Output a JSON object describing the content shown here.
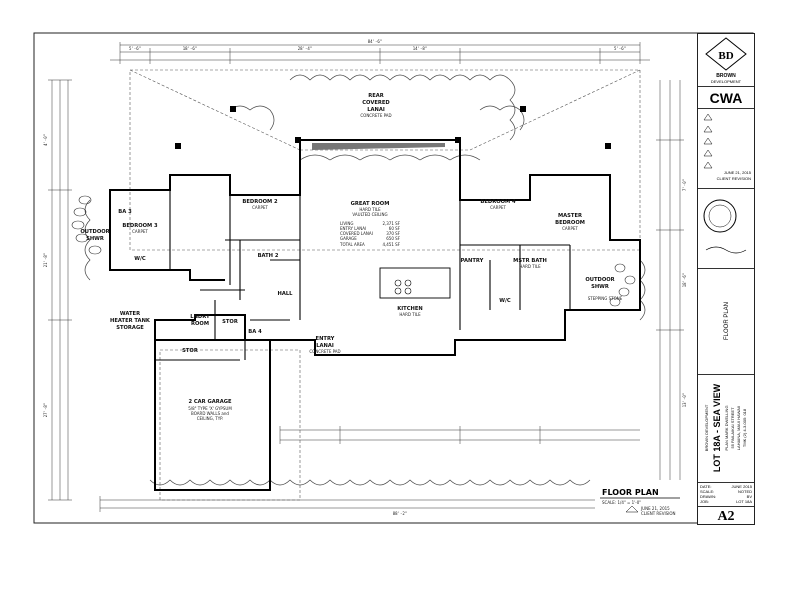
{
  "rooms": {
    "rear_lanai": [
      "REAR",
      "COVERED",
      "LANAI",
      "CONCRETE PAD"
    ],
    "great_room": "GREAT ROOM",
    "great_room_floor": "HARD TILE",
    "great_room_ceiling": "VAULTED CEILING",
    "bedroom2": "BEDROOM 2",
    "bedroom2_floor": "CARPET",
    "bedroom3": "BEDROOM 3",
    "bedroom3_floor": "CARPET",
    "bedroom4": "BEDROOM 4",
    "bedroom4_floor": "CARPET",
    "master_bedroom": [
      "MASTER",
      "BEDROOM"
    ],
    "master_floor": "CARPET",
    "bath2": "BATH 2",
    "bath3": "BA 3",
    "bath4": "BA 4",
    "mstr_bath": "MSTR BATH",
    "mstr_bath_floor": "HARD TILE",
    "kitchen": "KITCHEN",
    "kitchen_floor": "HARD TILE",
    "entry_lanai": [
      "ENTRY",
      "LANAI"
    ],
    "entry_lanai_floor": "CONCRETE PAD",
    "laundry": [
      "LNDRY",
      "ROOM"
    ],
    "stor": "STOR",
    "stor2": "STOR",
    "hall": "HALL",
    "wic": "W/C",
    "wic2": "W/C",
    "pantry": "PANTRY",
    "garage": "2 CAR GARAGE",
    "garage_note": [
      "5/8\" TYPE 'X' GYPSUM",
      "BOARD WALLS and",
      "CEILING, TYP."
    ],
    "outdoor_shwr_left": [
      "OUTDOOR",
      "SHWR"
    ],
    "outdoor_shwr_right": [
      "OUTDOOR",
      "SHWR"
    ],
    "water_heater": [
      "WATER",
      "HEATER TANK",
      "STORAGE"
    ],
    "stepping_stone": "STEPPING STONE"
  },
  "area_table": [
    {
      "label": "LIVING",
      "value": "2,371 SF"
    },
    {
      "label": "ENTRY LANAI",
      "value": "60 SF"
    },
    {
      "label": "COVERED LANAI",
      "value": "370 SF"
    },
    {
      "label": "GARAGE",
      "value": "650 SF"
    },
    {
      "label": "TOTAL AREA",
      "value": "4,451 SF"
    }
  ],
  "dimensions": {
    "overall_top": "84'-6\"",
    "overall_bottom": "88'-2\"",
    "top_row": [
      "5'-6\"",
      "18'-6\"",
      "28'-4\"",
      "14'-8\"",
      "5'-6\""
    ],
    "left_side": [
      "4'-0\"",
      "21'-8\"",
      "27'-8\""
    ],
    "right_side": [
      "7'-0\"",
      "18'-6\"",
      "13'-0\""
    ]
  },
  "title_block": {
    "firm_initials": "BD",
    "firm_name": "BROWN",
    "firm_sub": "DEVELOPMENT",
    "client_logo": "CWA",
    "revision_note": "CLIENT REVISION",
    "revision_date": "JUNE 21, 2015",
    "sheet_title": "FLOOR PLAN",
    "project_name": "LOT 18A - SEA VIEW",
    "project_lines": [
      "BROWN DEVELOPMENT",
      "PLAN MARK DWELLING",
      "55 PAILAIKAI STREET",
      "LAHAINA, MAUI HAWAII",
      "TMK (2) 4-3-005: 018"
    ],
    "date_label": "DATE:",
    "date_value": "JUNE 2015",
    "scale_label": "SCALE:",
    "scale_value": "NOTED",
    "drawn_label": "DRAWN:",
    "drawn_value": "BV",
    "job_label": "JOB:",
    "job_value": "LOT 18A",
    "sheet_number": "A2"
  },
  "plan_title": {
    "title": "FLOOR PLAN",
    "scale": "SCALE: 1/4\" = 1'-0\"",
    "rev": "JUNE 21, 2015",
    "rev_note": "CLIENT REVISION"
  }
}
